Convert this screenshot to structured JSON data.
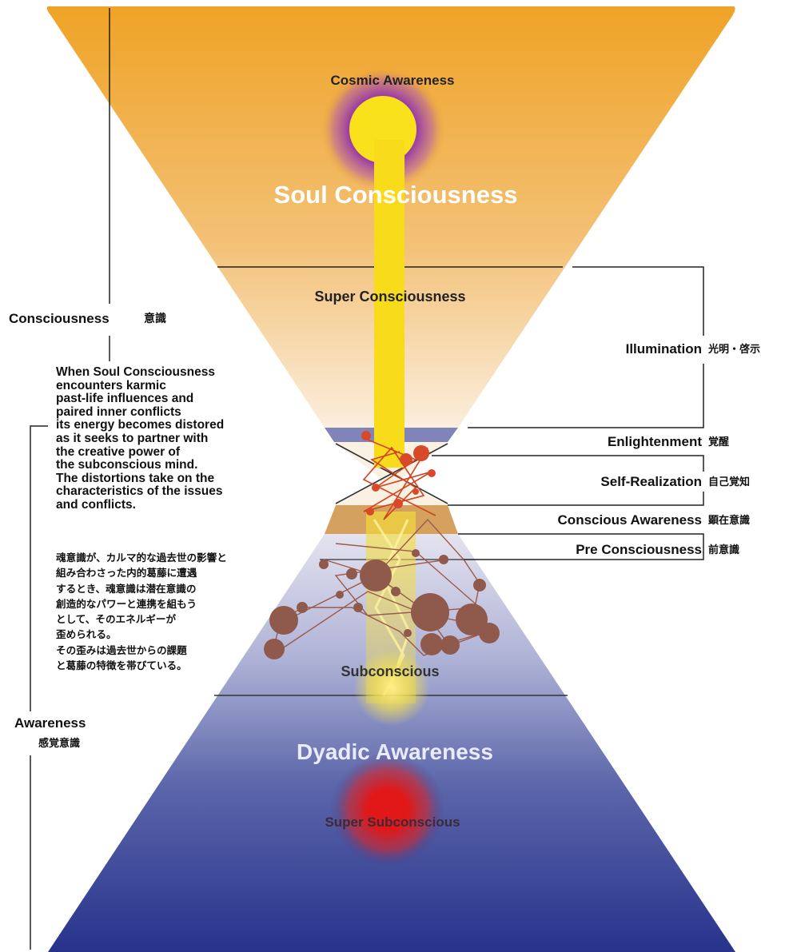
{
  "levels": {
    "cosmic_awareness": "Cosmic Awareness",
    "soul_consciousness": "Soul Consciousness",
    "super_consciousness": "Super Consciousness",
    "subconscious": "Subconscious",
    "dyadic_awareness": "Dyadic Awareness",
    "super_subconscious": "Super Subconscious"
  },
  "left_labels": {
    "consciousness": "Consciousness",
    "consciousness_ja": "意識",
    "awareness": "Awareness",
    "awareness_ja": "感覚意識"
  },
  "right_labels": {
    "illumination": "Illumination",
    "illumination_ja": "光明・啓示",
    "enlightenment": "Enlightenment",
    "enlightenment_ja": "覚醒",
    "self_realization": "Self-Realization",
    "self_realization_ja": "自己覚知",
    "conscious_awareness": "Conscious Awareness",
    "conscious_awareness_ja": "顕在意識",
    "pre_consciousness": "Pre Consciousness",
    "pre_consciousness_ja": "前意識"
  },
  "description_en": [
    "When Soul Consciousness",
    "encounters karmic",
    "past-life influences and",
    "paired inner conflicts",
    "its energy becomes distored",
    "as it seeks to partner with",
    "the creative power of",
    "the subconscious mind.",
    "The distortions take on the",
    "characteristics of the issues",
    "and conflicts."
  ],
  "description_ja": [
    "魂意識が、カルマ的な過去世の影響と",
    "組み合わさった内的葛藤に遭遇",
    "するとき、魂意識は潜在意識の",
    "創造的なパワーと連携を組もう",
    "として、そのエネルギーが",
    "歪められる。",
    "その歪みは過去世からの課題",
    "と葛藤の特徴を帯びている。"
  ],
  "colors": {
    "upper_cone": "#f0a52a",
    "upper_cone_light": "#f8ddb0",
    "lower_cone_light": "#c9cde6",
    "lower_cone": "#2d3a8f",
    "energy_beam": "#f7d61c",
    "cosmic_halo": "#8a3d9c",
    "super_subconscious_glow": "#e01b1b",
    "knot_lines": "#d1401f",
    "karmic_nodes": "#8a5a4a",
    "band_top": "#7f7fb5",
    "band_bottom": "#d6a35a"
  }
}
